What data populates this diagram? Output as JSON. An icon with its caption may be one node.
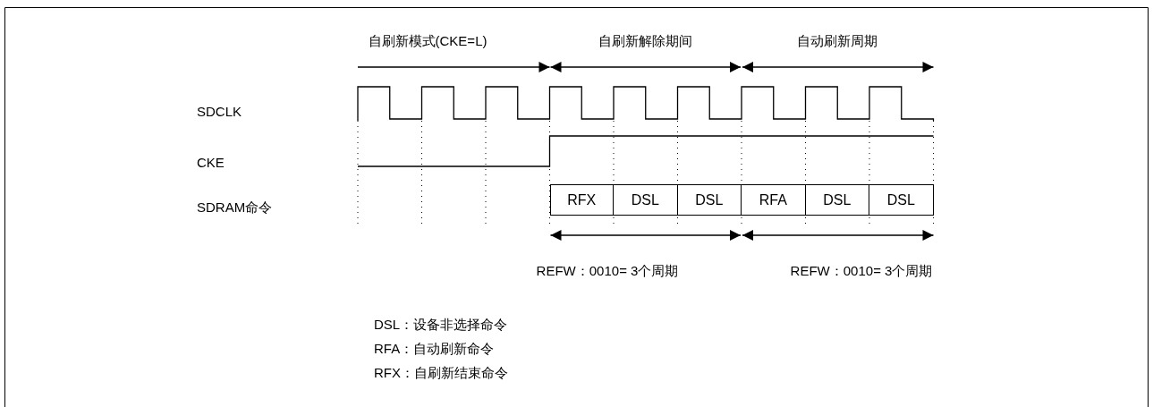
{
  "diagram": {
    "labels": [
      "自刷新模式(CKE=L)",
      "自刷新解除期间",
      "自动刷新周期",
      "SDCLK",
      "CKE",
      "SDRAM命令",
      "RFX",
      "DSL",
      "DSL",
      "RFA",
      "DSL",
      "DSL",
      "REFW：0010= 3个周期",
      "REFW：0010= 3个周期",
      "DSL：设备非选择命令",
      "RFA：自动刷新命令",
      "RFX：自刷新结束命令"
    ]
  }
}
